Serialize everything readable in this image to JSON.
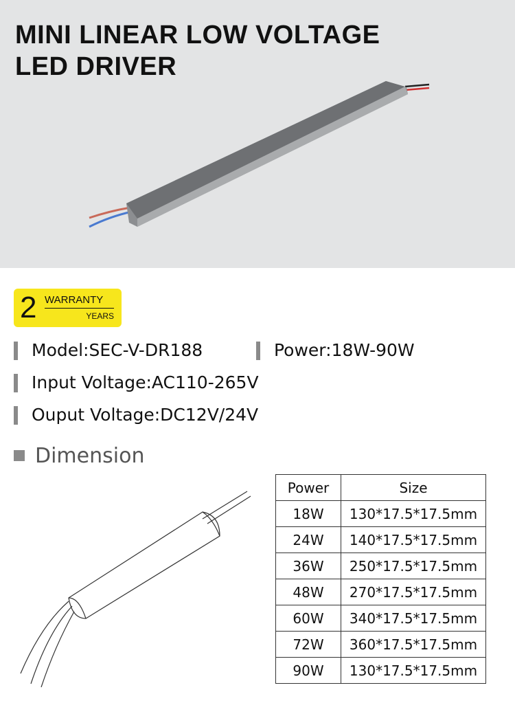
{
  "title": {
    "line1": "MINI LINEAR LOW VOLTAGE",
    "line2": "LED DRIVER"
  },
  "warranty": {
    "number": "2",
    "label": "WARRANTY",
    "unit": "YEARS",
    "color": "#f7e61c"
  },
  "specs": {
    "model": "Model:SEC-V-DR188",
    "power": "Power:18W-90W",
    "input": "Input Voltage:AC110-265V",
    "output": "Ouput Voltage:DC12V/24V"
  },
  "dimension": {
    "heading": "Dimension"
  },
  "table": {
    "headers": [
      "Power",
      "Size"
    ],
    "rows": [
      [
        "18W",
        "130*17.5*17.5mm"
      ],
      [
        "24W",
        "140*17.5*17.5mm"
      ],
      [
        "36W",
        "250*17.5*17.5mm"
      ],
      [
        "48W",
        "270*17.5*17.5mm"
      ],
      [
        "60W",
        "340*17.5*17.5mm"
      ],
      [
        "72W",
        "360*17.5*17.5mm"
      ],
      [
        "90W",
        "130*17.5*17.5mm"
      ]
    ]
  }
}
